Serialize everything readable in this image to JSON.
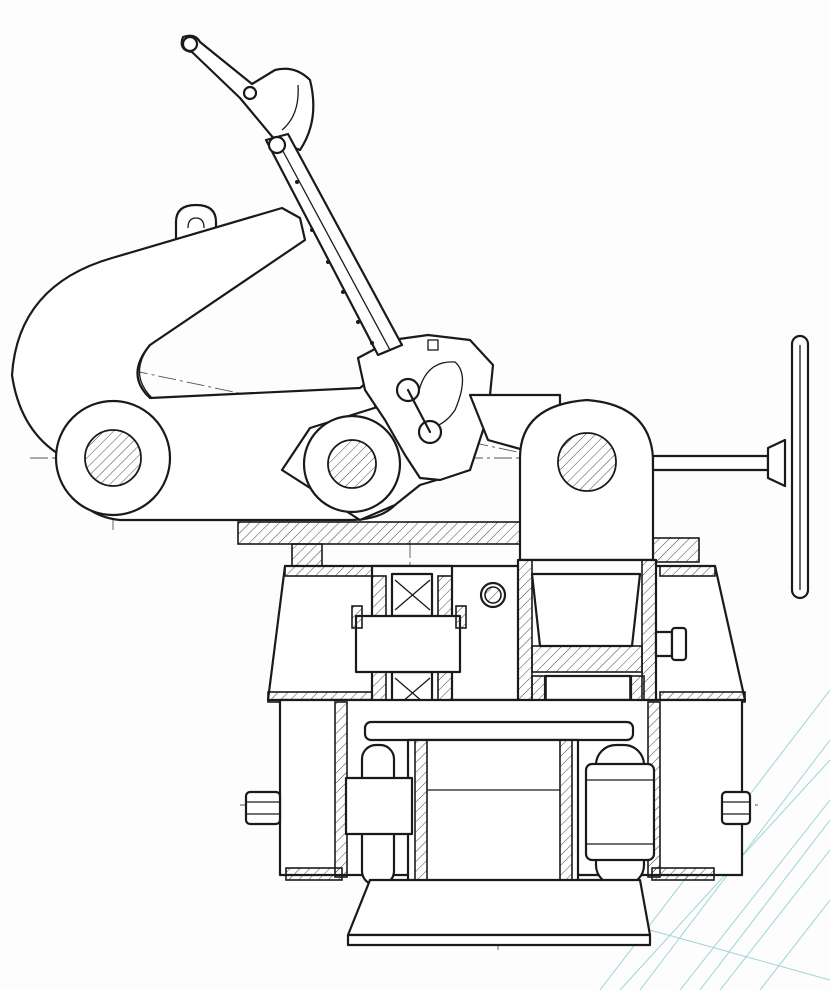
{
  "drawing": {
    "type": "mechanical-assembly-section",
    "colors": {
      "line": "#1a1a1a",
      "centerline": "#555555",
      "hatch": "#333333",
      "background": "#fdfdfd",
      "decor_lines": "#9fd3d8"
    },
    "components": [
      "hook-jaw",
      "lifting-eye",
      "latch-lever",
      "locking-link",
      "cam-plate",
      "main-pivot-pin",
      "middle-roller-pin",
      "right-pivot-pin",
      "handwheel",
      "handwheel-shaft",
      "gearbox-housing",
      "bearing-assembly",
      "screw-spindle",
      "trolley-wheels",
      "axle-bolts",
      "base-frame"
    ]
  }
}
